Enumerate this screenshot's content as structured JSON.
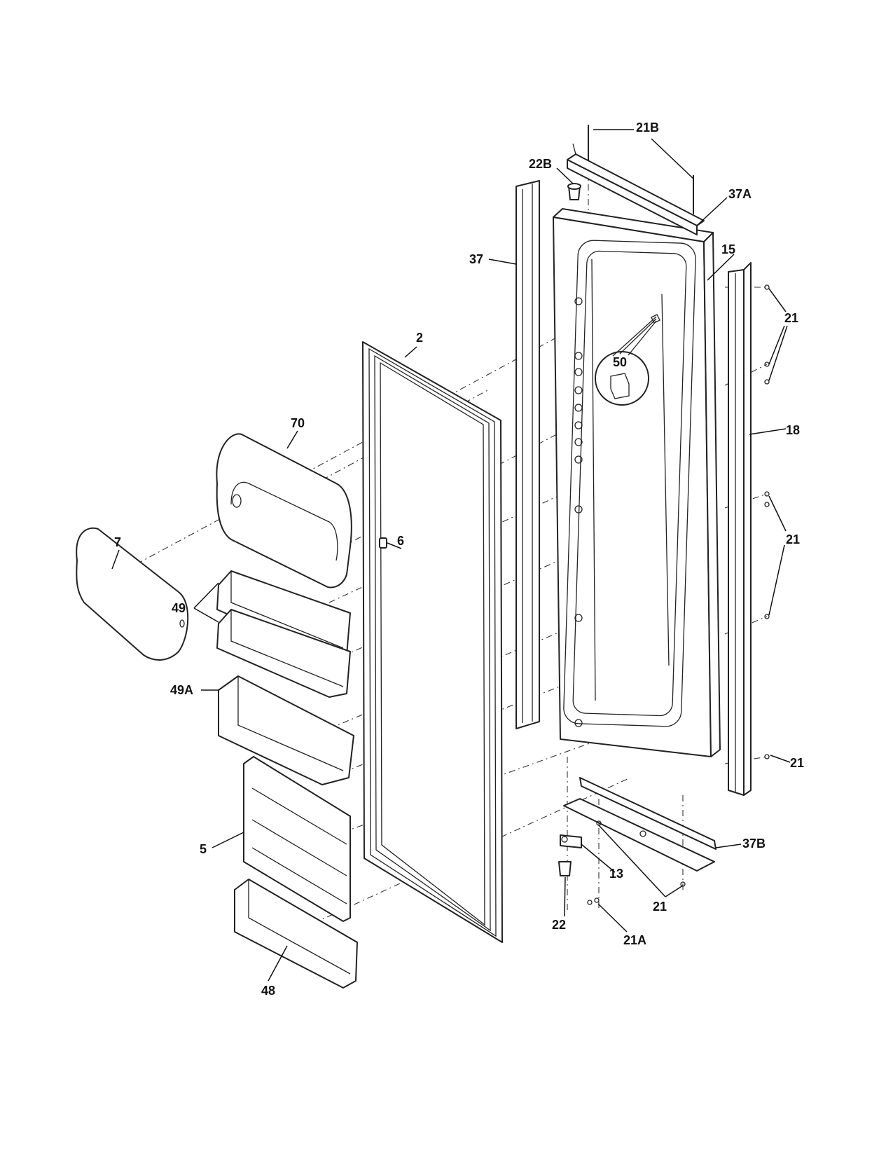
{
  "diagram": {
    "callouts": [
      {
        "id": "c-21B",
        "text": "21B"
      },
      {
        "id": "c-22B",
        "text": "22B"
      },
      {
        "id": "c-37A",
        "text": "37A"
      },
      {
        "id": "c-37",
        "text": "37"
      },
      {
        "id": "c-15",
        "text": "15"
      },
      {
        "id": "c-21-a",
        "text": "21"
      },
      {
        "id": "c-2",
        "text": "2"
      },
      {
        "id": "c-50",
        "text": "50"
      },
      {
        "id": "c-70",
        "text": "70"
      },
      {
        "id": "c-18",
        "text": "18"
      },
      {
        "id": "c-7",
        "text": "7"
      },
      {
        "id": "c-6",
        "text": "6"
      },
      {
        "id": "c-21-b",
        "text": "21"
      },
      {
        "id": "c-49",
        "text": "49"
      },
      {
        "id": "c-49A",
        "text": "49A"
      },
      {
        "id": "c-21-c",
        "text": "21"
      },
      {
        "id": "c-37B",
        "text": "37B"
      },
      {
        "id": "c-5",
        "text": "5"
      },
      {
        "id": "c-13",
        "text": "13"
      },
      {
        "id": "c-21-d",
        "text": "21"
      },
      {
        "id": "c-22",
        "text": "22"
      },
      {
        "id": "c-21A",
        "text": "21A"
      },
      {
        "id": "c-48",
        "text": "48"
      }
    ]
  }
}
